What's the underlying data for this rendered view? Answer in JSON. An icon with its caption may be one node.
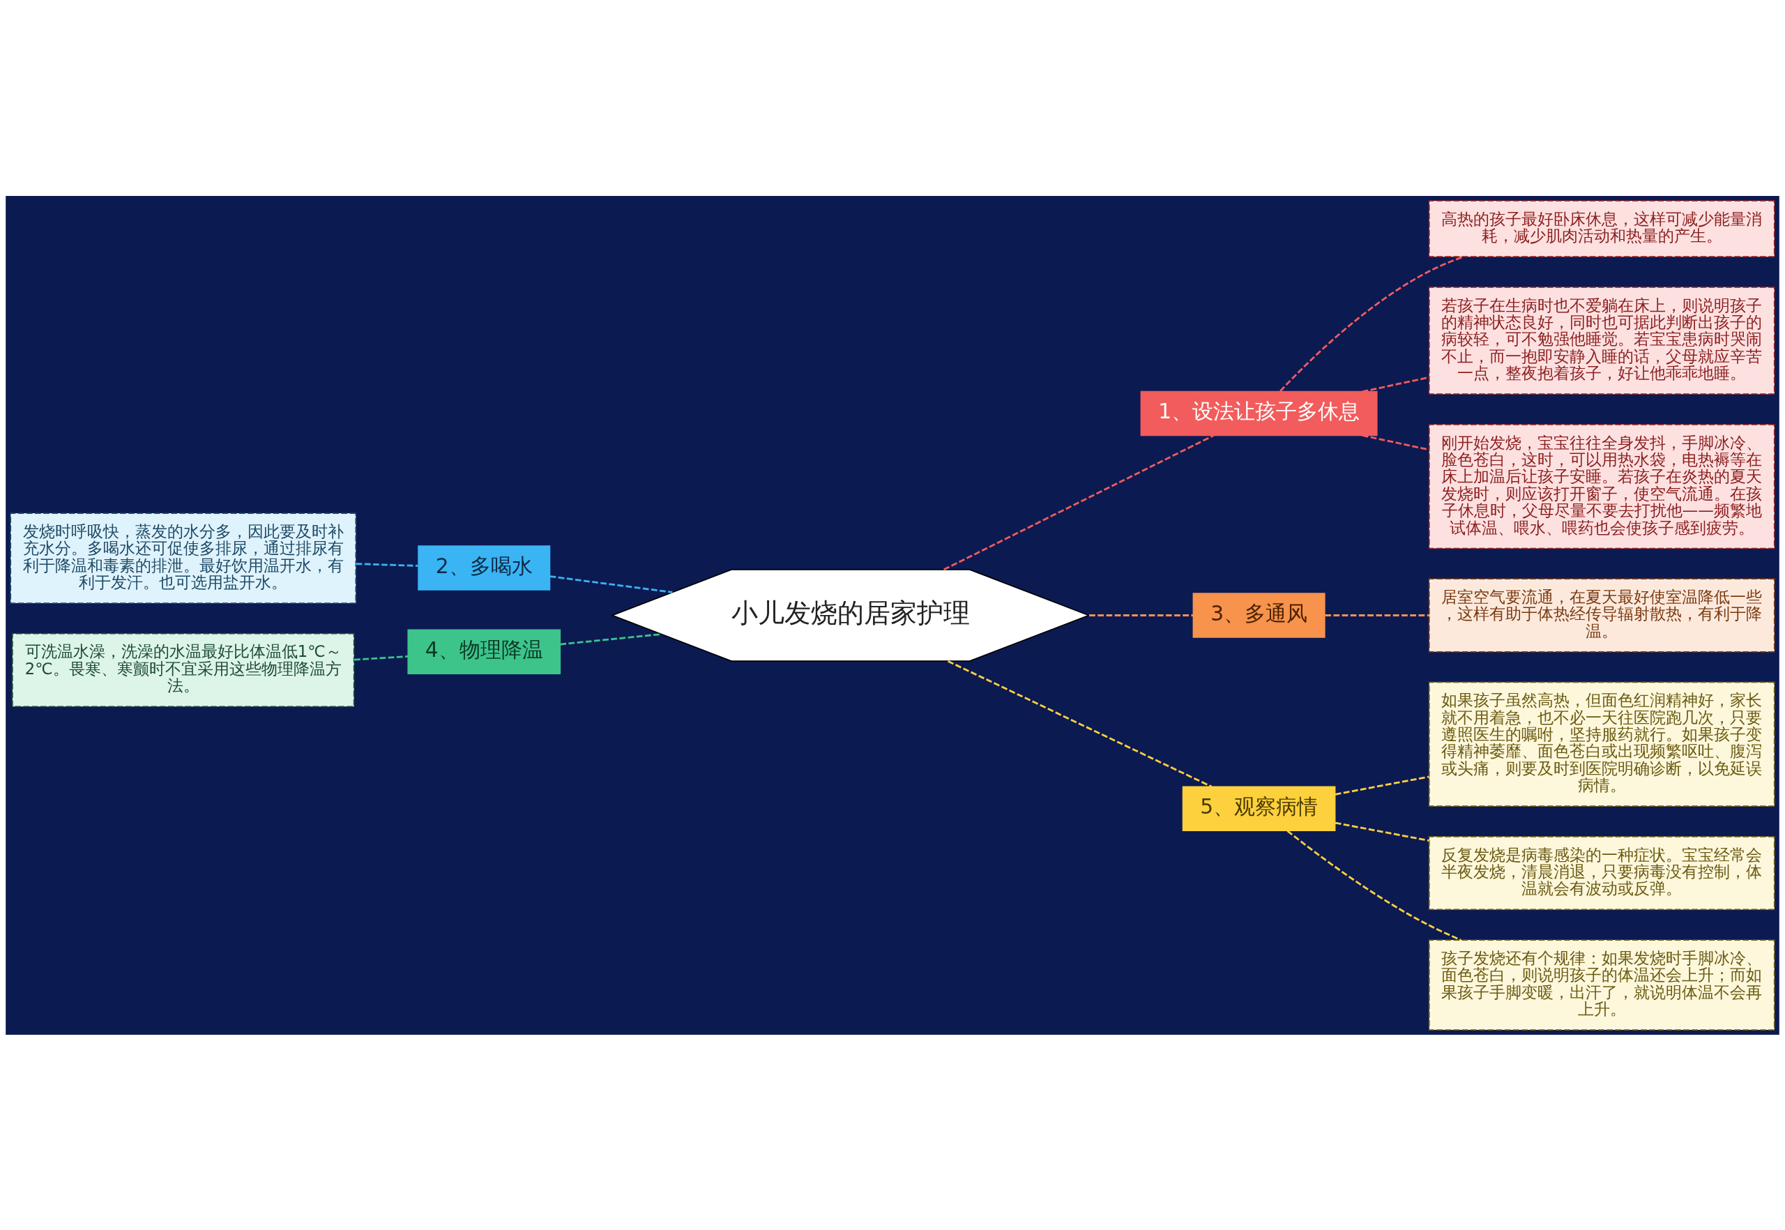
{
  "diagram": {
    "nodes": [
      {
        "text": [
          "小儿发烧的居家护理"
        ]
      },
      {
        "text": [
          "1、设法让孩子多休息"
        ]
      },
      {
        "text": [
          "高热的孩子最好卧床休息，这样可减少能量消耗，减少肌肉活动和热量的产生。"
        ]
      },
      {
        "text": [
          "若孩子在生病时也不爱躺在床上，则说明孩子的精神状态良好，同时也可据此判断出孩子的病较轻，可不勉强他睡觉。若宝宝患病时哭闹不止，而一抱即安静入睡的话，父母就应辛苦一点，整夜抱着孩子，好让他乖乖地睡。"
        ]
      },
      {
        "text": [
          "刚开始发烧，宝宝往往全身发抖，手脚冰冷、脸色苍白，这时，可以用热水袋，电热褥等在床上加温后让孩子安睡。若孩子在炎热的夏天发烧时，则应该打开窗子，使空气流通。在孩子休息时，父母尽量不要去打扰他——频繁地试体温、喂水、喂药也会使孩子感到疲劳。"
        ]
      },
      {
        "text": [
          "2、多喝水"
        ]
      },
      {
        "text": [
          "发烧时呼吸快，蒸发的水分多，因此要及时补充水分。多喝水还可促使多排尿，通过排尿有利于降温和毒素的排泄。最好饮用温开水，有利于发汗。也可选用盐开水。"
        ]
      },
      {
        "text": [
          "3、多通风"
        ]
      },
      {
        "text": [
          "居室空气要流通，在夏天最好使室温降低一些，这样有助于体热经传导辐射散热，有利于降温。"
        ]
      },
      {
        "text": [
          "4、物理降温"
        ]
      },
      {
        "text": [
          "可洗温水澡，洗澡的水温最好比体温低1℃～2℃。畏寒、寒颤时不宜采用这些物理降温方法。"
        ]
      },
      {
        "text": [
          "5、观察病情"
        ]
      },
      {
        "text": [
          "如果孩子虽然高热，但面色红润精神好，家长就不用着急，也不必一天往医院跑几次，只要遵照医生的嘱咐，坚持服药就行。如果孩子变得精神萎靡、面色苍白或出现频繁呕吐、腹泻或头痛，则要及时到医院明确诊断，以免延误病情。"
        ]
      },
      {
        "text": [
          "反复发烧是病毒感染的一种症状。宝宝经常会半夜发烧，清晨消退，只要病毒没有控制，体温就会有波动或反弹。"
        ]
      },
      {
        "text": [
          "孩子发烧还有个规律：如果发烧时手脚冰冷、面色苍白，则说明孩子的体温还会上升；而如果孩子手脚变暖，出汗了，就说明体温不会再上升。"
        ]
      }
    ],
    "edges": [
      {
        "from": 0,
        "to": 1,
        "arrow": "none",
        "style": "dashed",
        "color": "#f25c5c"
      },
      {
        "from": 1,
        "to": 2,
        "arrow": "none",
        "style": "dashed",
        "color": "#f25c5c"
      },
      {
        "from": 1,
        "to": 3,
        "arrow": "none",
        "style": "dashed",
        "color": "#f25c5c"
      },
      {
        "from": 1,
        "to": 4,
        "arrow": "none",
        "style": "dashed",
        "color": "#f25c5c"
      },
      {
        "from": 5,
        "to": 0,
        "arrow": "none",
        "style": "dashed",
        "color": "#3ab4f2"
      },
      {
        "from": 6,
        "to": 5,
        "arrow": "none",
        "style": "dashed",
        "color": "#3ab4f2"
      },
      {
        "from": 0,
        "to": 7,
        "arrow": "none",
        "style": "dashed",
        "color": "#f7934c"
      },
      {
        "from": 7,
        "to": 8,
        "arrow": "none",
        "style": "dashed",
        "color": "#f7934c"
      },
      {
        "from": 9,
        "to": 0,
        "arrow": "none",
        "style": "dashed",
        "color": "#3cc48b"
      },
      {
        "from": 10,
        "to": 9,
        "arrow": "none",
        "style": "dashed",
        "color": "#3cc48b"
      },
      {
        "from": 0,
        "to": 11,
        "arrow": "none",
        "style": "dashed",
        "color": "#fdd13d"
      },
      {
        "from": 11,
        "to": 12,
        "arrow": "none",
        "style": "dashed",
        "color": "#fdd13d"
      },
      {
        "from": 11,
        "to": 13,
        "arrow": "none",
        "style": "dashed",
        "color": "#fdd13d"
      },
      {
        "from": 11,
        "to": 14,
        "arrow": "none",
        "style": "dashed",
        "color": "#fdd13d"
      }
    ]
  }
}
